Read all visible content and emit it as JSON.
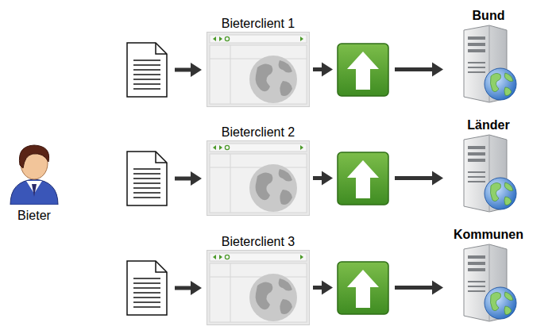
{
  "diagram": {
    "nodes": [
      {
        "text": [
          "Bieter"
        ]
      },
      {
        "text": [
          "Bieterclient 1"
        ]
      },
      {
        "text": [
          "Bund"
        ]
      },
      {
        "text": [
          "Bieterclient 2"
        ]
      },
      {
        "text": [
          "Länder"
        ]
      },
      {
        "text": [
          "Bieterclient 3"
        ]
      },
      {
        "text": [
          "Kommunen"
        ]
      }
    ],
    "edges": [
      {
        "from": 1,
        "to": 2,
        "arrow": "to"
      },
      {
        "from": 3,
        "to": 4,
        "arrow": "to"
      },
      {
        "from": 5,
        "to": 6,
        "arrow": "to"
      }
    ]
  }
}
